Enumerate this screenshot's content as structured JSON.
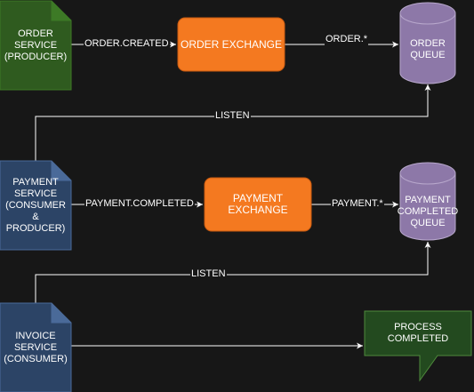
{
  "colors": {
    "background": "#171717",
    "edge": "#ffffff",
    "service_green_fill": "#2f5b1f",
    "service_green_stroke": "#3d7a26",
    "service_blue_fill": "#2c4466",
    "service_blue_stroke": "#4a6a99",
    "exchange_fill": "#f47920",
    "exchange_stroke": "#c85a10",
    "queue_fill": "#8d78a8",
    "queue_stroke": "#b8a8cc",
    "callout_fill": "#234a1f",
    "callout_stroke": "#4f8a3c"
  },
  "nodes": {
    "order_service": "ORDER\nSERVICE\n(PRODUCER)",
    "order_exchange": "ORDER EXCHANGE",
    "order_queue": "ORDER\nQUEUE",
    "payment_service": "PAYMENT\nSERVICE\n(CONSUMER\n&\nPRODUCER)",
    "payment_exchange": "PAYMENT\nEXCHANGE",
    "payment_queue": "PAYMENT\nCOMPLETED\nQUEUE",
    "invoice_service": "INVOICE\nSERVICE\n(CONSUMER)",
    "process_completed": "PROCESS\nCOMPLETED"
  },
  "edges": {
    "order_created": "ORDER.CREATED",
    "order_routing": "ORDER.*",
    "listen_order": "LISTEN",
    "payment_completed": "PAYMENT.COMPLETED",
    "payment_routing": "PAYMENT.*",
    "listen_payment": "LISTEN"
  }
}
